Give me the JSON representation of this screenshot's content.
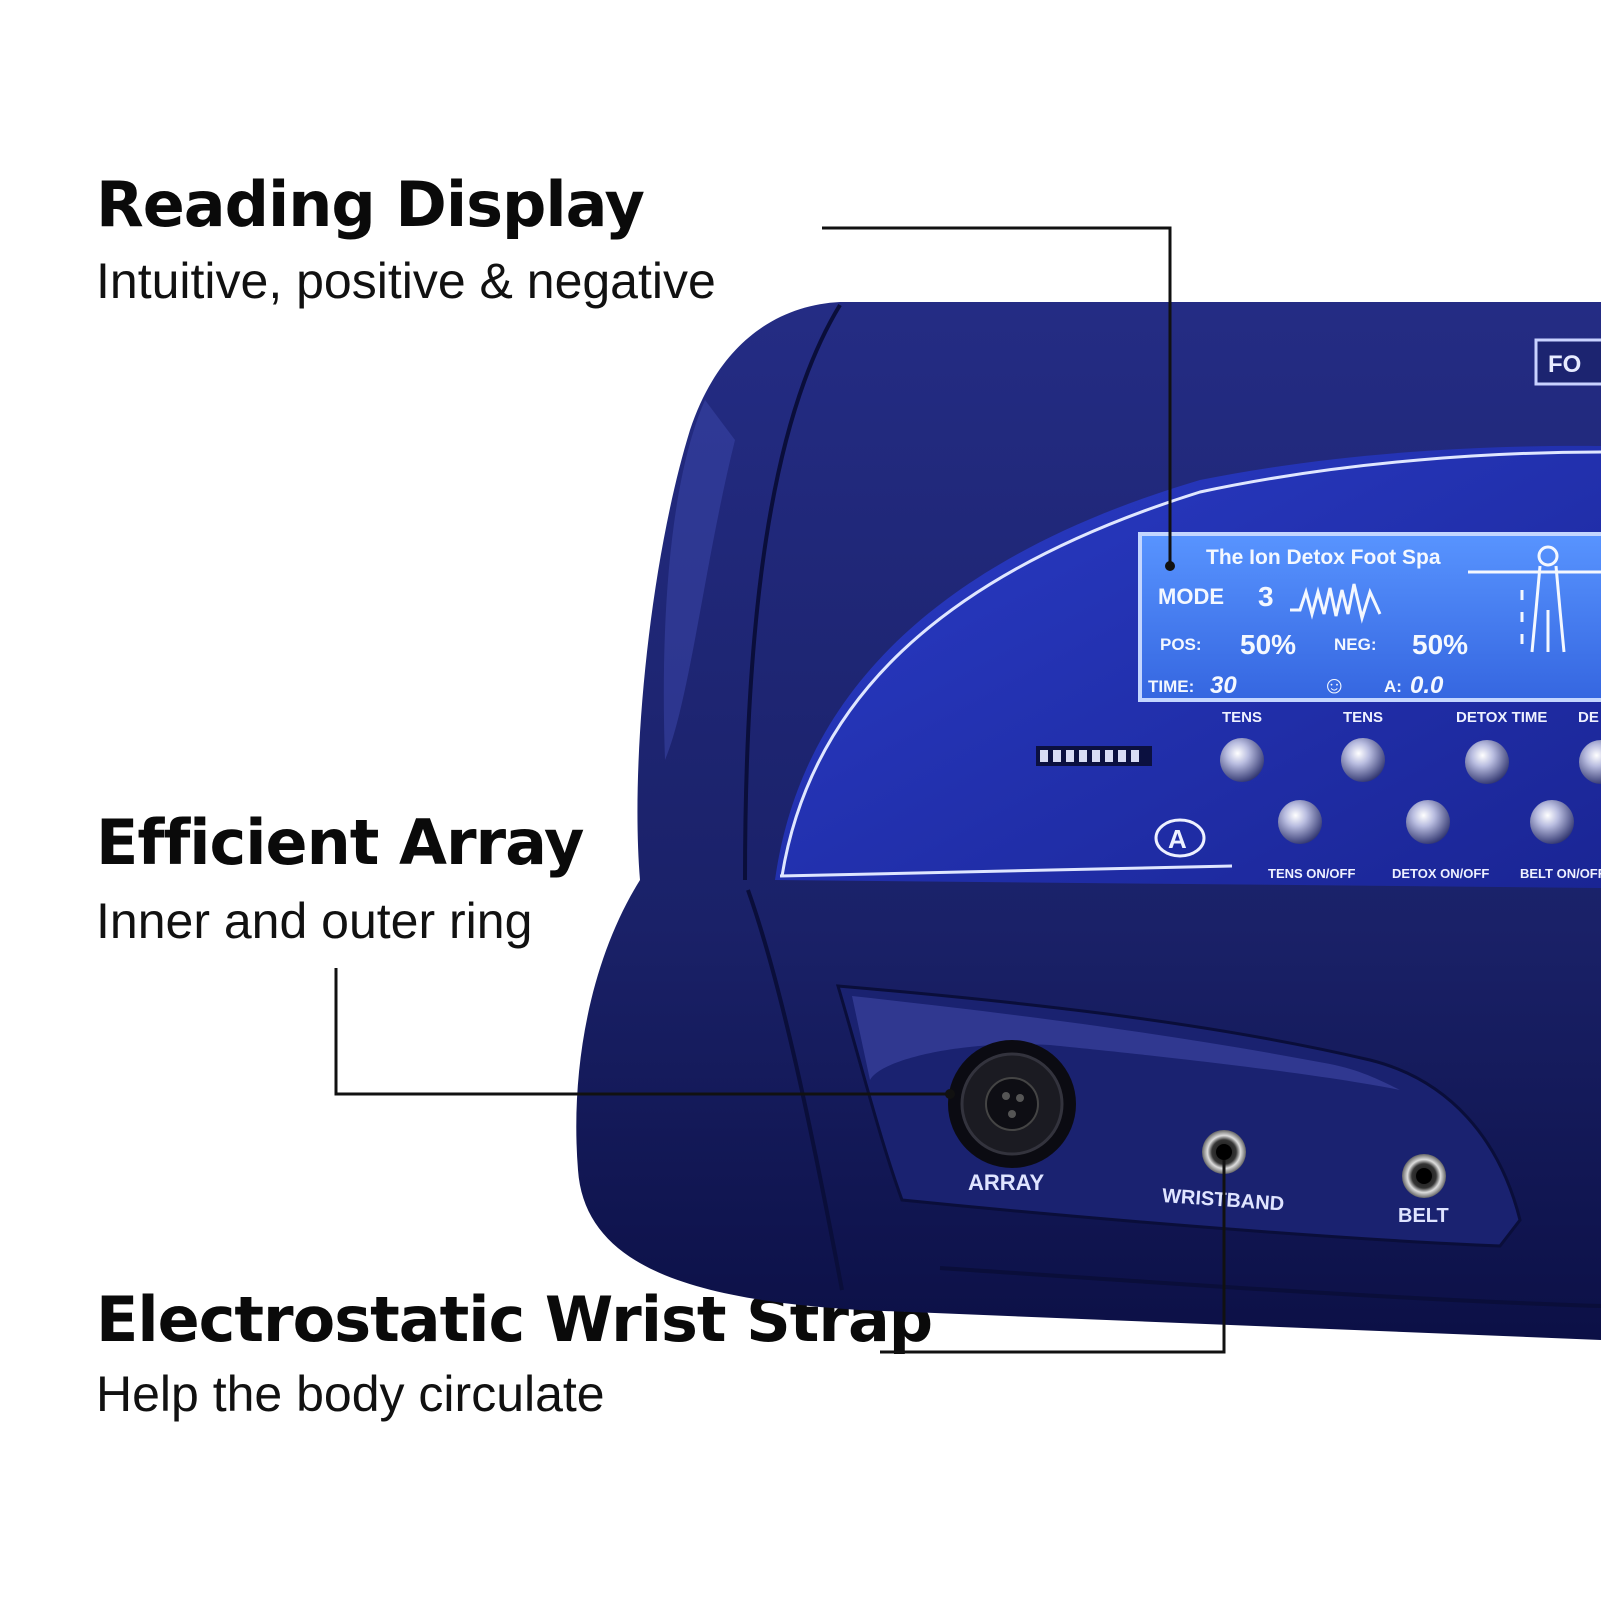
{
  "callouts": [
    {
      "title": "Reading Display",
      "subtitle": "Intuitive, positive & negative"
    },
    {
      "title": "Efficient Array",
      "subtitle": "Inner and outer ring"
    },
    {
      "title": "Electrostatic Wrist Strap",
      "subtitle": "Help the body circulate"
    }
  ],
  "device": {
    "brand_badge": "FO",
    "screen": {
      "heading": "The Ion Detox Foot Spa",
      "mode_label": "MODE",
      "mode_value": "3",
      "pos_label": "POS:",
      "pos_value": "50%",
      "neg_label": "NEG:",
      "neg_value": "50%",
      "time_label": "TIME:",
      "time_value": "30",
      "amp_label": "A:",
      "amp_value": "0.0"
    },
    "top_buttons": [
      "TENS",
      "TENS",
      "DETOX TIME",
      "DE MO"
    ],
    "bottom_buttons": [
      "TENS ON/OFF",
      "DETOX ON/OFF",
      "BELT ON/OFF"
    ],
    "side_badge": "A",
    "ports": [
      "ARRAY",
      "WRISTBAND",
      "BELT"
    ]
  },
  "colors": {
    "body": "#1c2470",
    "body_dark": "#0d1248",
    "panel": "#2130b0",
    "screen": "#3f7df0",
    "line": "#111111"
  }
}
